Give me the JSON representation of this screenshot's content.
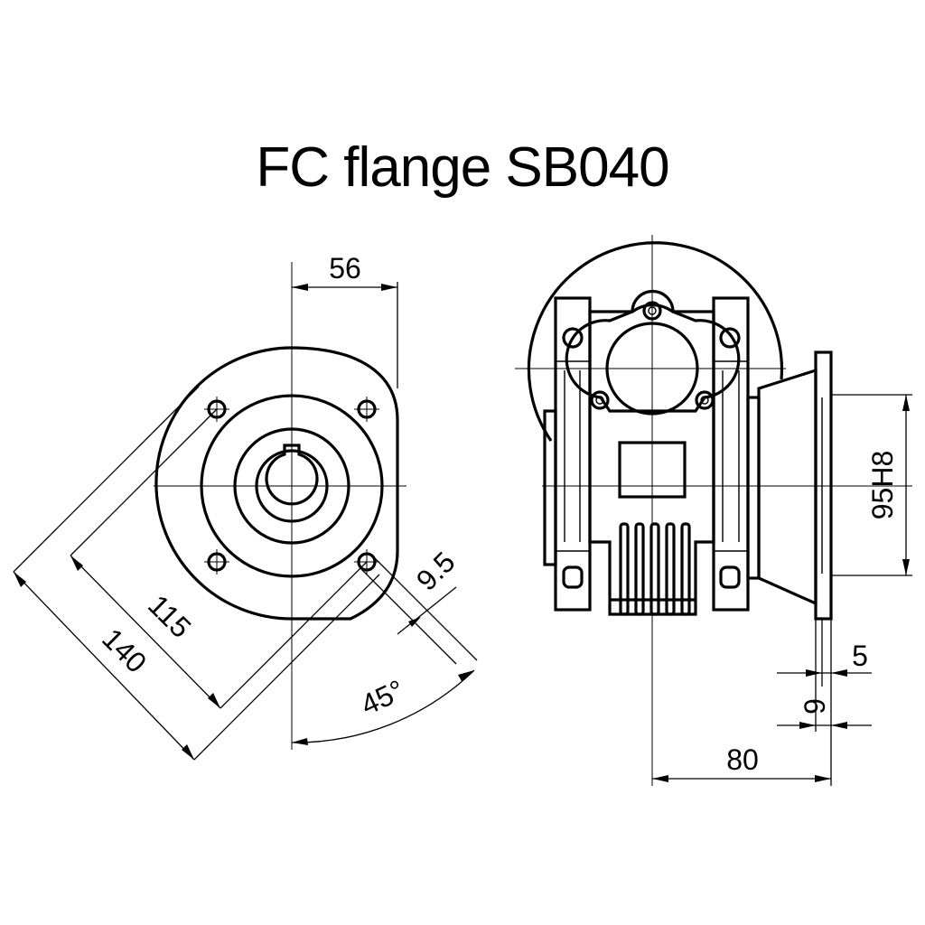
{
  "title": "FC flange SB040",
  "dimensions": {
    "top_width": "56",
    "hole_pcd": "115",
    "flange_dia": "140",
    "hole_dia": "9.5",
    "angle": "45°",
    "pilot": "95H8",
    "pilot_depth": "5",
    "flange_thickness": "9",
    "overall_length": "80"
  }
}
